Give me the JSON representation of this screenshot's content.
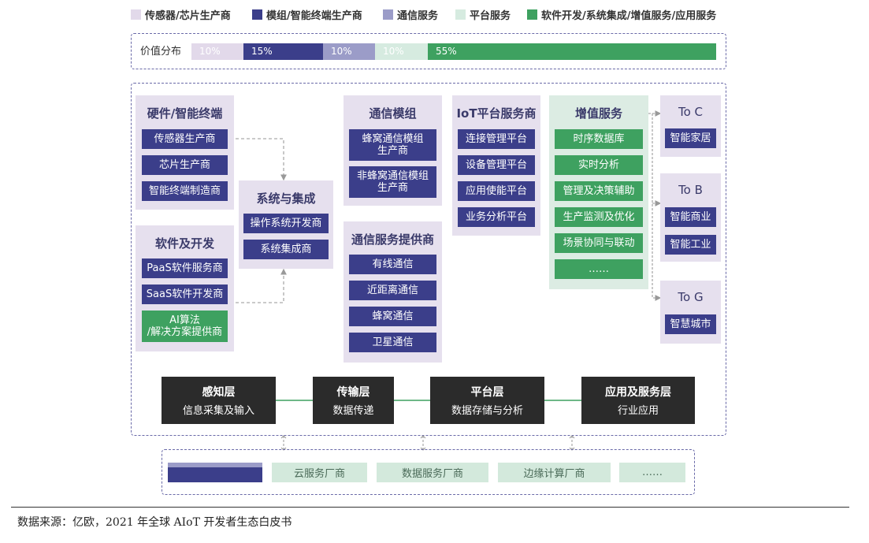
{
  "legend": [
    {
      "label": "传感器/芯片生产商",
      "color": "#e2d9ea"
    },
    {
      "label": "模组/智能终端生产商",
      "color": "#3b3e8a"
    },
    {
      "label": "通信服务",
      "color": "#9b9cc8"
    },
    {
      "label": "平台服务",
      "color": "#d6ebe0"
    },
    {
      "label": "软件开发/系统集成/增值服务/应用服务",
      "color": "#3ea160"
    }
  ],
  "value_bar": {
    "label": "价值分布",
    "segments": [
      {
        "text": "10%",
        "value": 10,
        "color": "#e2d9ea"
      },
      {
        "text": "15%",
        "value": 15,
        "color": "#3b3e8a"
      },
      {
        "text": "10%",
        "value": 10,
        "color": "#9b9cc8"
      },
      {
        "text": "10%",
        "value": 10,
        "color": "#d6ebe0"
      },
      {
        "text": "55%",
        "value": 55,
        "color": "#3ea160"
      }
    ]
  },
  "hardware": {
    "title": "硬件/智能终端",
    "items": [
      "传感器生产商",
      "芯片生产商",
      "智能终端制造商"
    ]
  },
  "software": {
    "title": "软件及开发",
    "items": [
      "PaaS软件服务商",
      "SaaS软件开发商"
    ],
    "highlight": "AI算法\n/解决方案提供商"
  },
  "system": {
    "title": "系统与集成",
    "items": [
      "操作系统开发商",
      "系统集成商"
    ]
  },
  "comm_module": {
    "title": "通信模组",
    "items": [
      "蜂窝通信模组\n生产商",
      "非蜂窝通信模组\n生产商"
    ]
  },
  "comm_service": {
    "title": "通信服务提供商",
    "items": [
      "有线通信",
      "近距离通信",
      "蜂窝通信",
      "卫星通信"
    ]
  },
  "iot_platform": {
    "title": "IoT平台服务商",
    "items": [
      "连接管理平台",
      "设备管理平台",
      "应用使能平台",
      "业务分析平台"
    ]
  },
  "value_added": {
    "title": "增值服务",
    "items": [
      "时序数据库",
      "实时分析",
      "管理及决策辅助",
      "生产监测及优化",
      "场景协同与联动",
      "……"
    ]
  },
  "toc": {
    "title": "To C",
    "items": [
      "智能家居"
    ]
  },
  "tob": {
    "title": "To B",
    "items": [
      "智能商业",
      "智能工业"
    ]
  },
  "tog": {
    "title": "To G",
    "items": [
      "智慧城市"
    ]
  },
  "layers": [
    {
      "title": "感知层",
      "sub": "信息采集及输入"
    },
    {
      "title": "传输层",
      "sub": "数据传递"
    },
    {
      "title": "平台层",
      "sub": "数据存储与分析"
    },
    {
      "title": "应用及服务层",
      "sub": "行业应用"
    }
  ],
  "bottom_items": [
    "云服务厂商",
    "数据服务厂商",
    "边缘计算厂商",
    "……"
  ],
  "source": "数据来源：亿欧，2021 年全球 AIoT 开发者生态白皮书"
}
